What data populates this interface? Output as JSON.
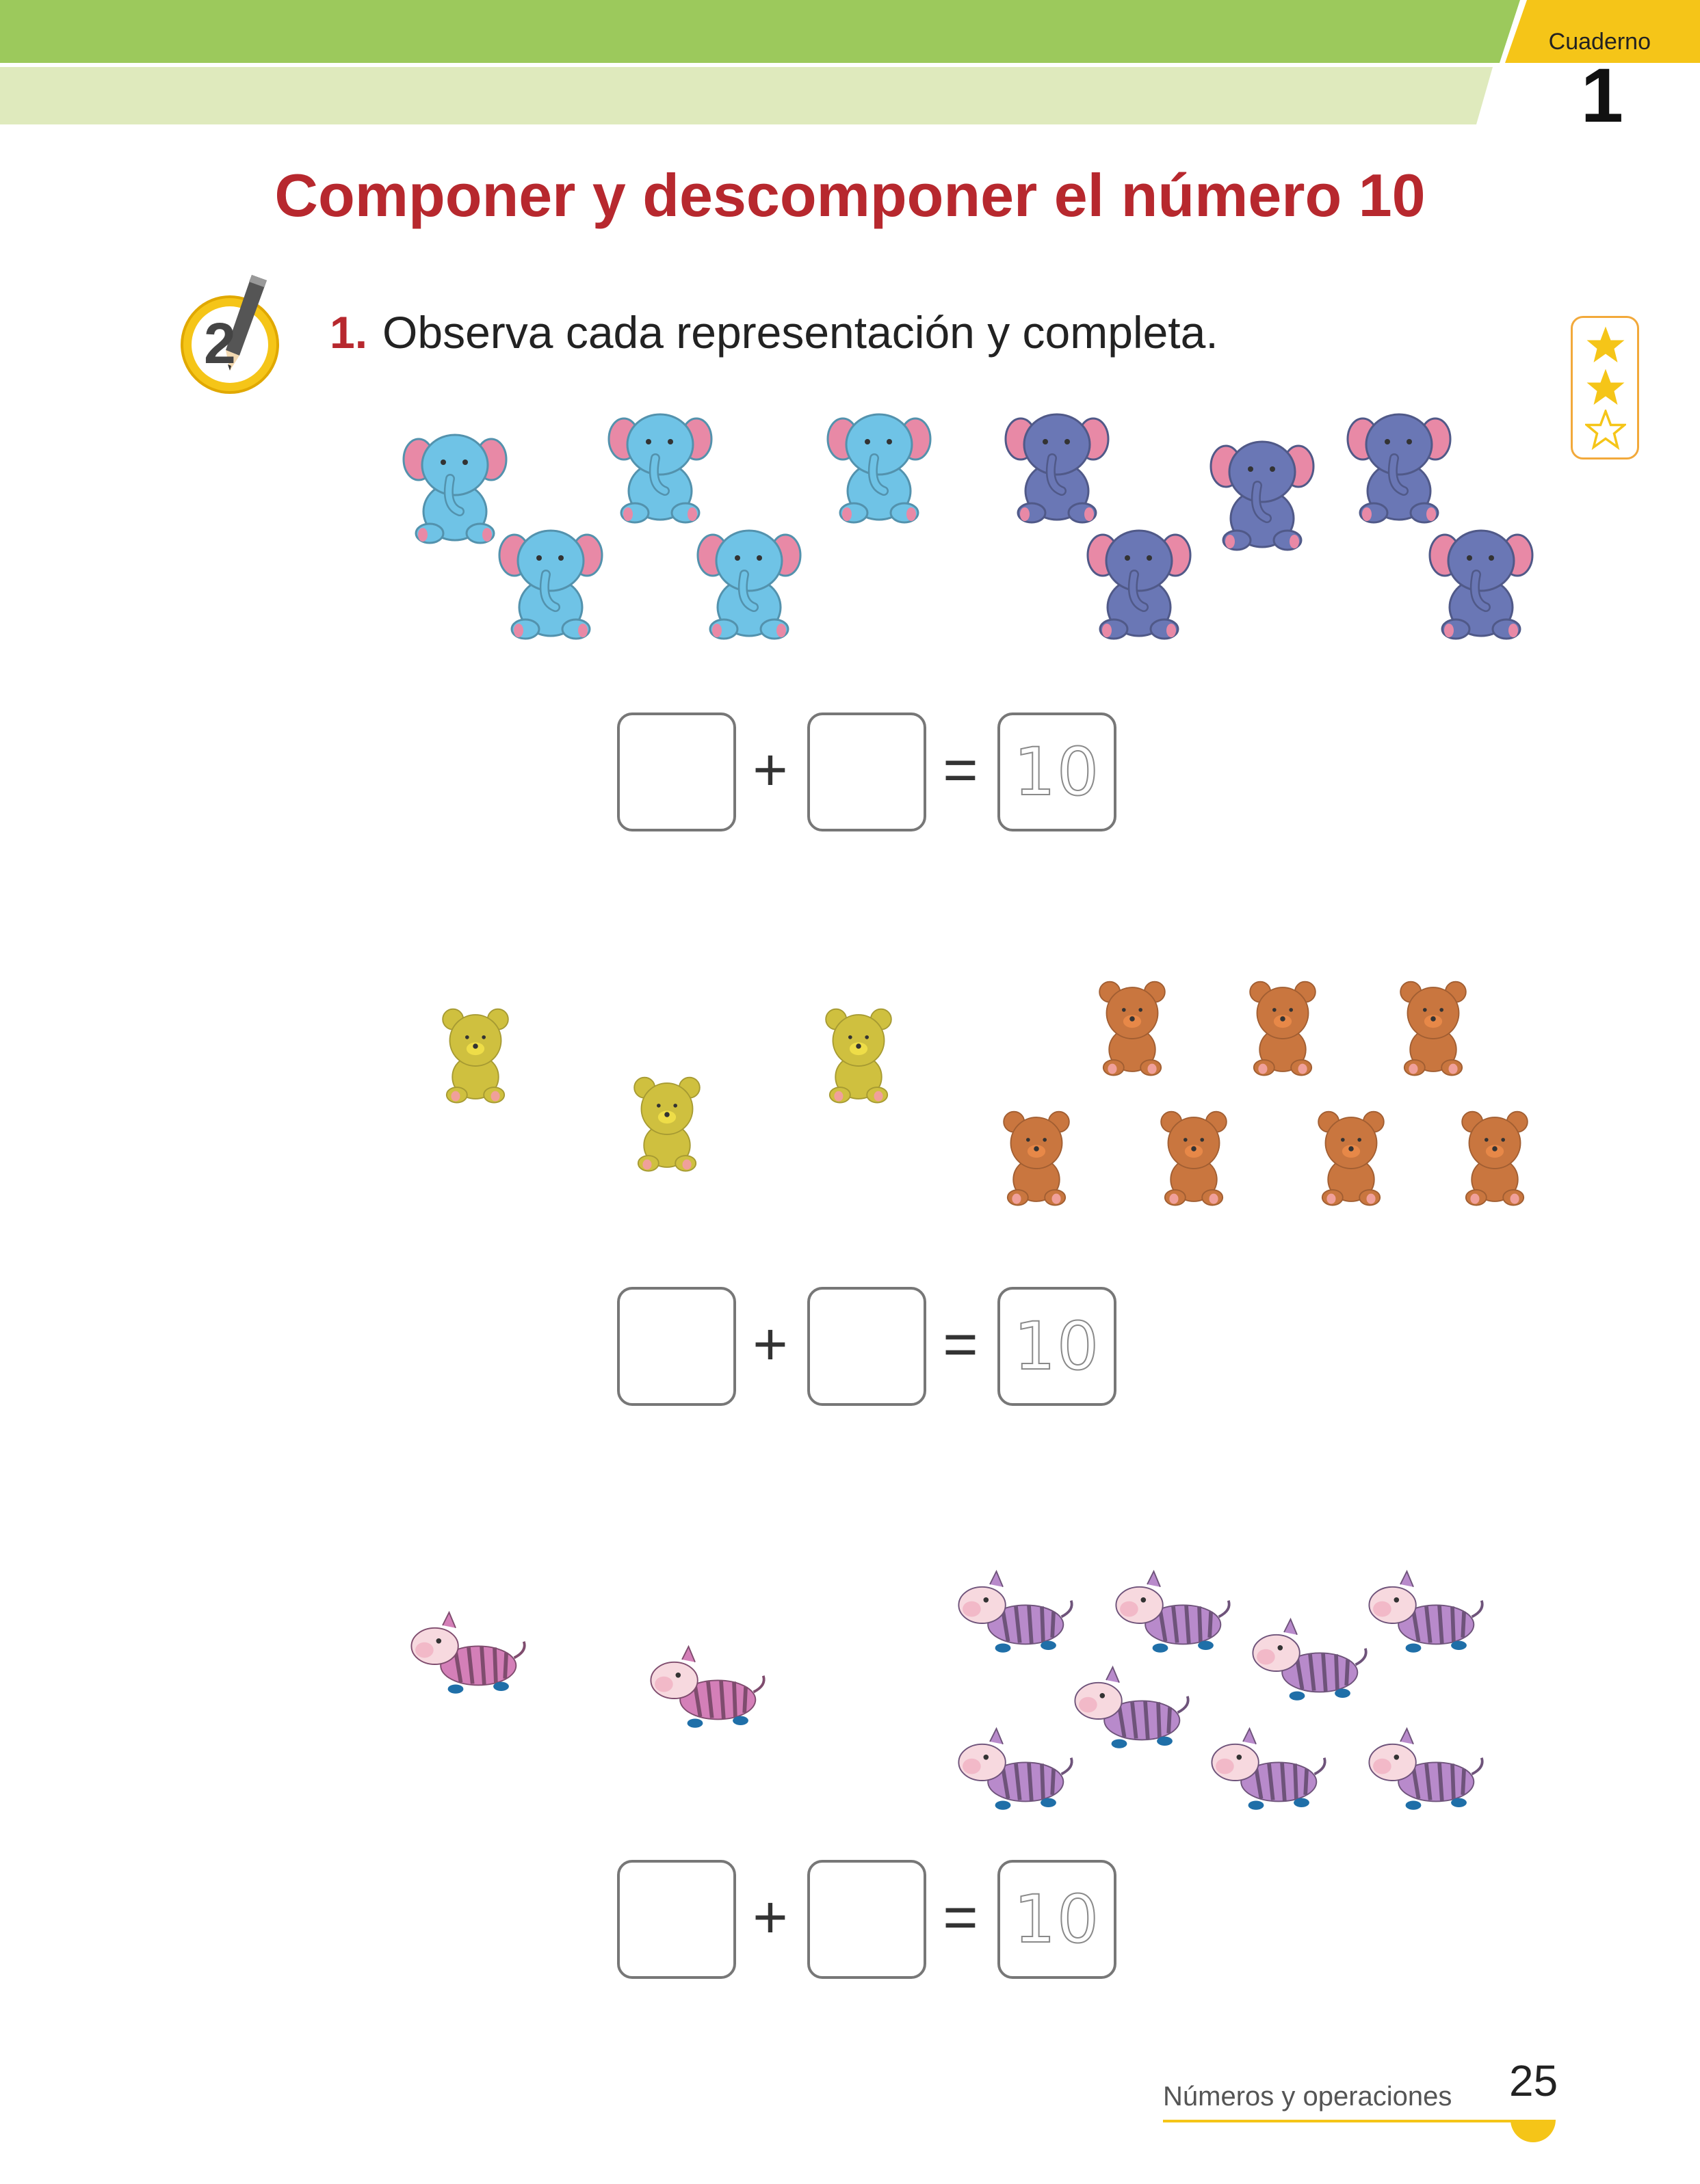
{
  "header": {
    "cuaderno_label": "Cuaderno",
    "cuaderno_number": "1",
    "colors": {
      "green": "#9cc95c",
      "light_green": "#dfeabd",
      "yellow": "#f5c518"
    }
  },
  "title": "Componer y descomponer el número 10",
  "badge": {
    "level_number": "2",
    "icon": "pencil-icon"
  },
  "exercise": {
    "number": "1.",
    "instruction": "Observa cada representación y completa."
  },
  "difficulty": {
    "filled": 2,
    "total": 3
  },
  "groups": [
    {
      "animal": "elephant",
      "first_count": 5,
      "second_count": 5,
      "first_color": "#6fc3e6",
      "second_color": "#6a77b5"
    },
    {
      "animal": "bear",
      "first_count": 3,
      "second_count": 7,
      "first_color": "#cfc03f",
      "second_color": "#c9763f"
    },
    {
      "animal": "zebra",
      "first_count": 2,
      "second_count": 8,
      "first_color": "#d47fb8",
      "second_color": "#b88acb"
    }
  ],
  "equations": [
    {
      "plus": "+",
      "equals": "=",
      "total": "10"
    },
    {
      "plus": "+",
      "equals": "=",
      "total": "10"
    },
    {
      "plus": "+",
      "equals": "=",
      "total": "10"
    }
  ],
  "footer": {
    "section": "Números y operaciones",
    "page": "25"
  }
}
